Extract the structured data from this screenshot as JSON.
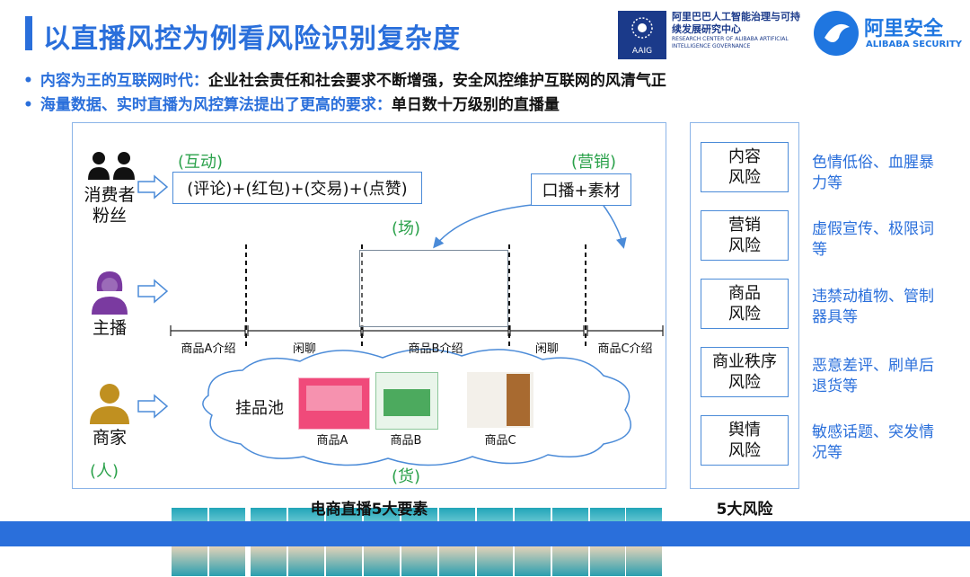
{
  "title": "以直播风控为例看风险识别复杂度",
  "logos": {
    "aaig_badge": "AAIG",
    "aaig_cn": "阿里巴巴人工智能治理与可持续发展研究中心",
    "aaig_en": "RESEARCH CENTER OF ALIBABA ARTIFICIAL INTELLIGENCE GOVERNANCE",
    "security_cn": "阿里安全",
    "security_en": "ALIBABA SECURITY"
  },
  "bullets": [
    {
      "key": "内容为王的互联网时代：",
      "text": "企业社会责任和社会要求不断增强，安全风控维护互联网的风清气正"
    },
    {
      "key": "海量数据、实时直播为风控算法提出了更高的要求：",
      "text": "单日数十万级别的直播量"
    }
  ],
  "diagram": {
    "roles": {
      "consumer": "消费者\n粉丝",
      "host": "主播",
      "merchant": "商家",
      "people_tag": "(人)"
    },
    "interaction_tag": "(互动)",
    "interaction_box": "(评论)+(红包)+(交易)+(点赞)",
    "marketing_tag": "(营销)",
    "marketing_box": "口播+素材",
    "scene_tag": "(场)",
    "goods_tag": "(货)",
    "segments": [
      "商品A介绍",
      "闲聊",
      "商品B介绍",
      "闲聊",
      "商品C介绍"
    ],
    "shelf_label": "挂品池",
    "products": [
      "商品A",
      "商品B",
      "商品C"
    ],
    "caption": "电商直播5大要素"
  },
  "risks": {
    "items": [
      {
        "name": "内容\n风险",
        "desc": "色情低俗、血腥暴力等"
      },
      {
        "name": "营销\n风险",
        "desc": "虚假宣传、极限词等"
      },
      {
        "name": "商品\n风险",
        "desc": "违禁动植物、管制器具等"
      },
      {
        "name": "商业秩序\n风险",
        "desc": "恶意差评、刷单后退货等"
      },
      {
        "name": "舆情\n风险",
        "desc": "敏感话题、突发情况等"
      }
    ],
    "caption": "5大风险"
  },
  "colors": {
    "accent": "#2a6fdb",
    "green": "#2aa14a",
    "role_icon": "#c09020",
    "host_icon": "#7a3aa0"
  }
}
